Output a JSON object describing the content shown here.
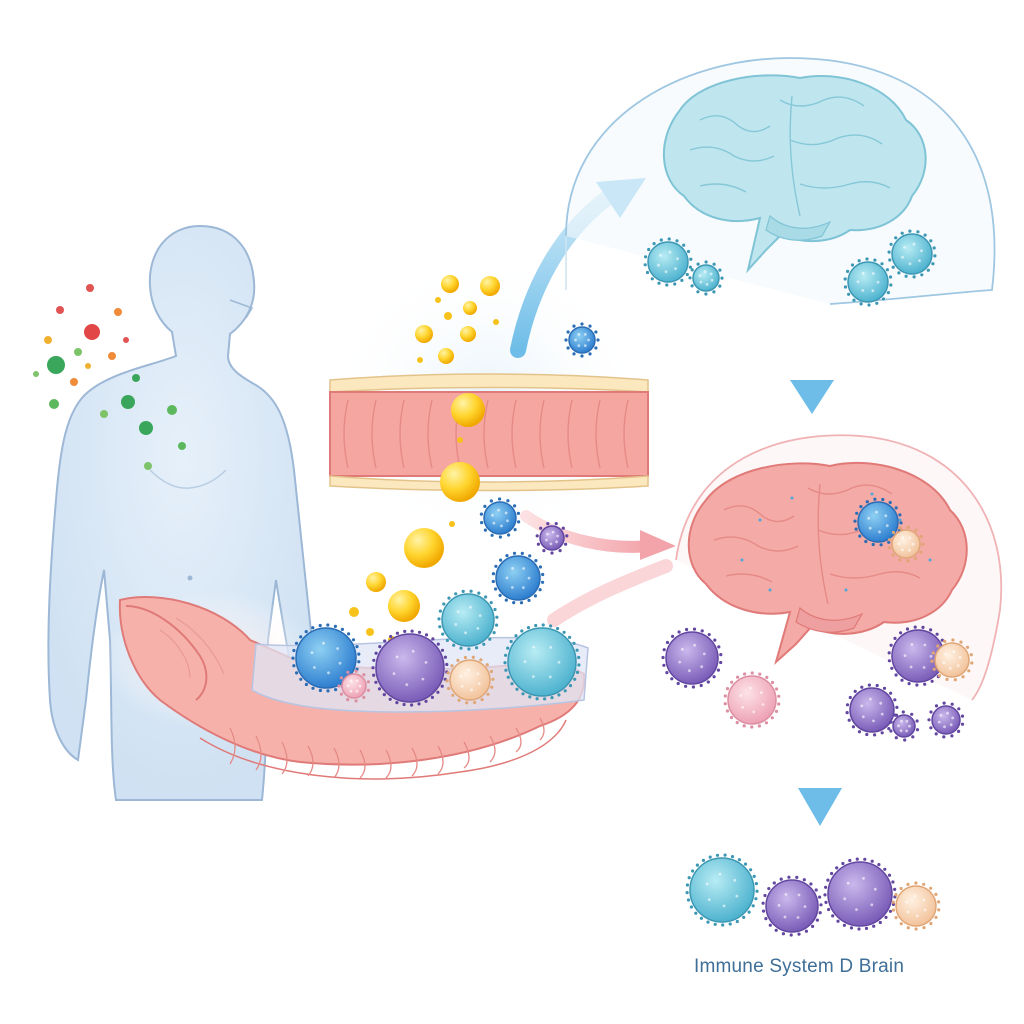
{
  "caption": "Immune System D Brain",
  "colors": {
    "body": "#dbe9f6",
    "body_outline": "#9db8d6",
    "gut_tissue": "#f5a6a0",
    "gut_outline": "#e07a78",
    "healthy_brain": "#bfe6ee",
    "inflamed_brain": "#f4aaa6",
    "metabolite": "#ffd23d",
    "immune_blue": "#4f9fdc",
    "immune_cyan": "#6fc6dc",
    "immune_purple": "#9a82c9",
    "immune_pink": "#f2b6c3",
    "arrow_blue": "#8fcdef",
    "arrow_pink": "#f4b9bd"
  },
  "icons": [
    "human-silhouette",
    "intestine",
    "gut-wall",
    "brain",
    "immune-cell",
    "metabolite-droplet",
    "flow-arrow"
  ]
}
